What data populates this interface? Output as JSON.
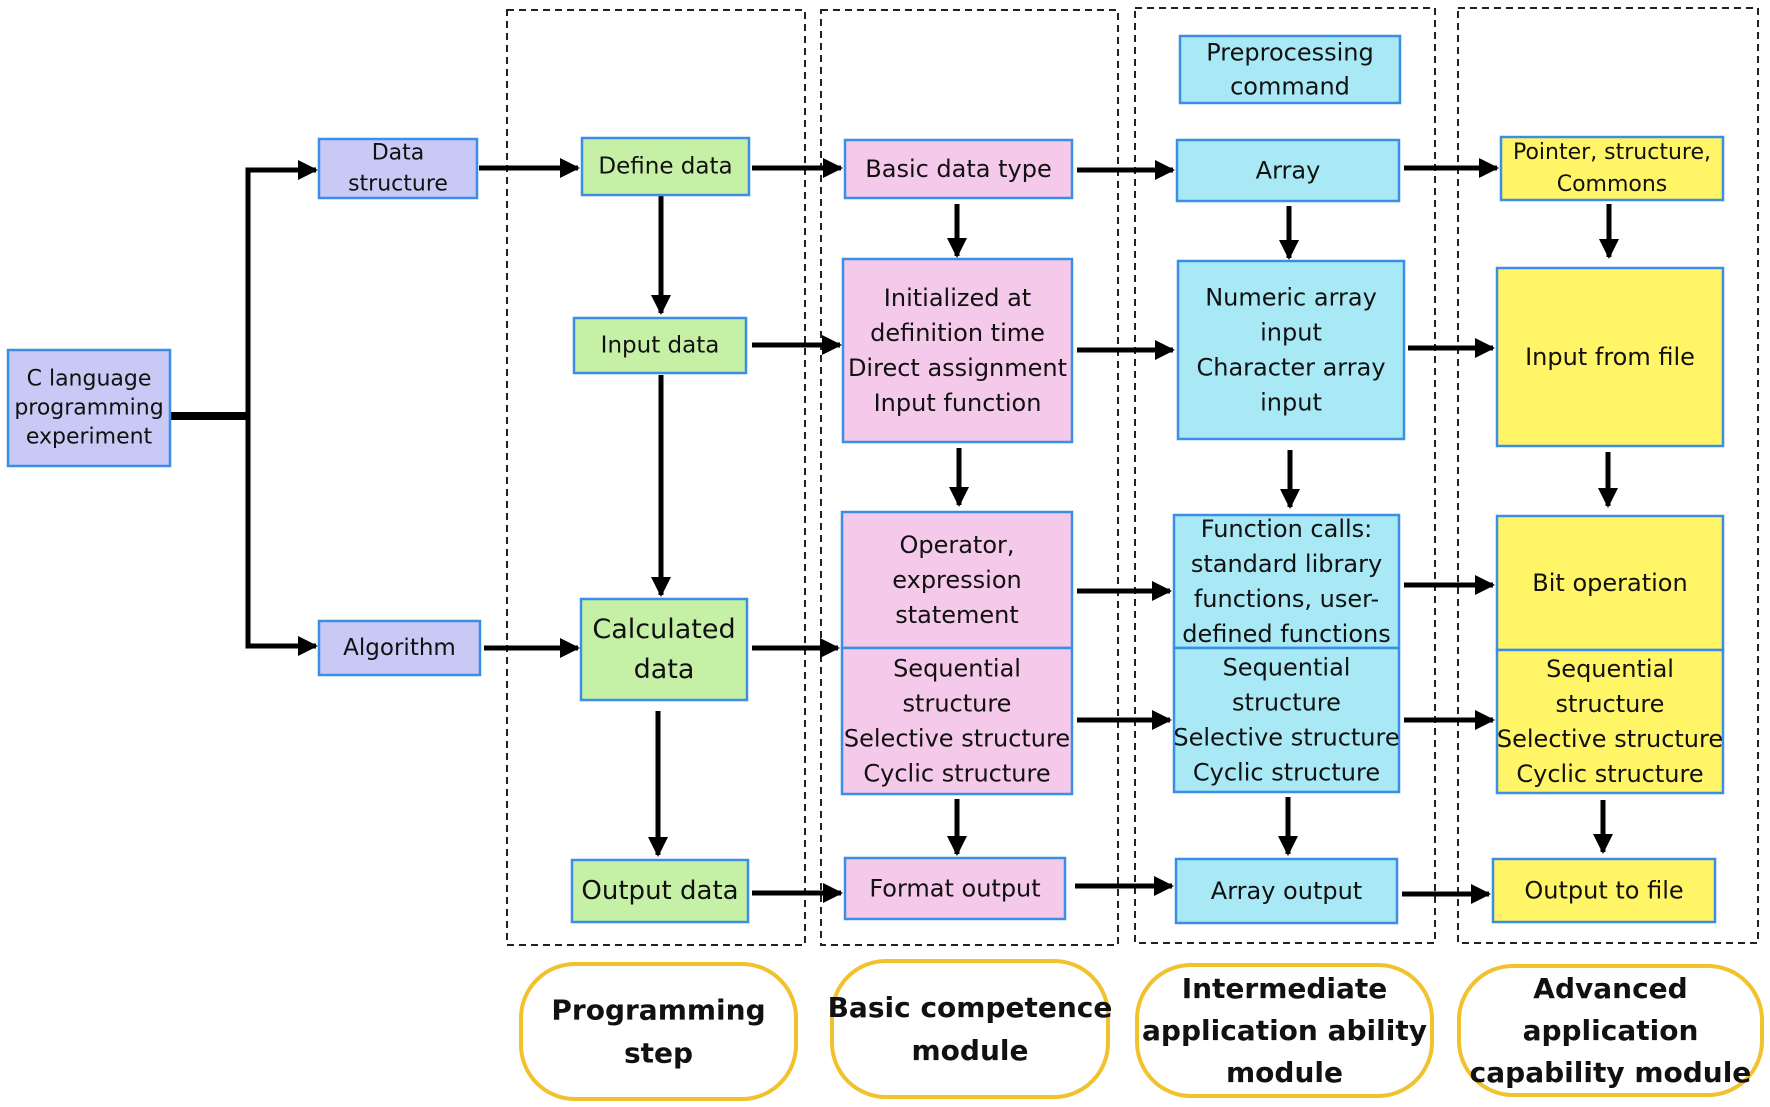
{
  "colors": {
    "purple_fill": "#c9c9f5",
    "green_fill": "#c6f0a6",
    "pink_fill": "#f5c9ea",
    "cyan_fill": "#a8e9f5",
    "yellow_fill": "#fff566",
    "box_border": "#3b8ee6",
    "arrow": "#000000",
    "module_border": "#f2c12e"
  },
  "root": {
    "label": [
      "C language",
      "programming",
      "experiment"
    ]
  },
  "level1": {
    "data_structure": [
      "Data",
      "structure"
    ],
    "algorithm": [
      "Algorithm"
    ]
  },
  "programming_step": {
    "define_data": [
      "Define data"
    ],
    "input_data": [
      "Input data"
    ],
    "calculated_data": [
      "Calculated",
      "data"
    ],
    "output_data": [
      "Output data"
    ]
  },
  "basic_module": {
    "basic_data_type": [
      "Basic data type"
    ],
    "initialization": [
      "Initialized at",
      "definition time",
      "Direct assignment",
      "Input function"
    ],
    "operator": [
      "Operator,",
      "expression",
      "statement"
    ],
    "structures": [
      "Sequential",
      "structure",
      "Selective structure",
      "Cyclic structure"
    ],
    "format_output": [
      "Format output"
    ]
  },
  "intermediate_module": {
    "preprocessing": [
      "Preprocessing",
      "command"
    ],
    "array": [
      "Array"
    ],
    "array_input": [
      "Numeric array",
      "input",
      "Character array",
      "input"
    ],
    "function_calls": [
      "Function calls:",
      "standard library",
      "functions, user-",
      "defined functions"
    ],
    "structures": [
      "Sequential",
      "structure",
      "Selective structure",
      "Cyclic structure"
    ],
    "array_output": [
      "Array output"
    ]
  },
  "advanced_module": {
    "pointer": [
      "Pointer, structure,",
      "Commons"
    ],
    "input_file": [
      "Input from file"
    ],
    "bit_operation": [
      "Bit operation"
    ],
    "structures": [
      "Sequential",
      "structure",
      "Selective structure",
      "Cyclic structure"
    ],
    "output_file": [
      "Output to file"
    ]
  },
  "modules": {
    "programming_step": [
      "Programming",
      "step"
    ],
    "basic": [
      "Basic competence",
      "module"
    ],
    "intermediate": [
      "Intermediate",
      "application ability",
      "module"
    ],
    "advanced": [
      "Advanced",
      "application",
      "capability module"
    ]
  }
}
